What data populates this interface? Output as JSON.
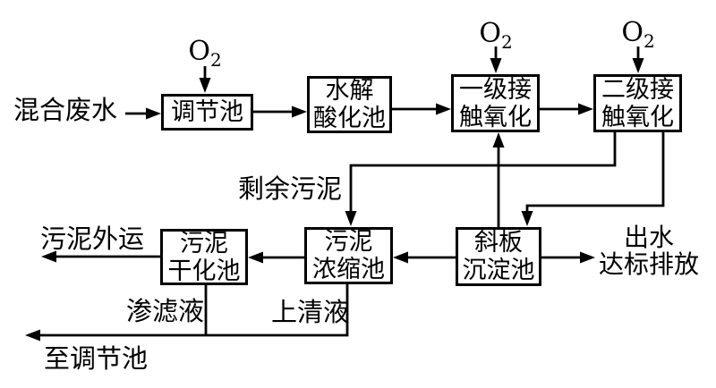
{
  "diagram": {
    "type": "flowchart",
    "boxes": {
      "regulation_tank": "调节池",
      "hydrolysis_acidification_tank": "水解\n酸化池",
      "stage1_contact_oxidation": "一级接\n触氧化",
      "stage2_contact_oxidation": "二级接\n触氧化",
      "sludge_drying_tank": "污泥\n干化池",
      "sludge_thickening_tank": "污泥\n浓缩池",
      "inclined_plate_sedimentation_tank": "斜板\n沉淀池"
    },
    "labels": {
      "influent": "混合废水",
      "o2_base": "O",
      "o2_sub": "2",
      "excess_sludge": "剩余污泥",
      "sludge_outbound": "污泥外运",
      "effluent_discharge": "出水\n达标排放",
      "leachate": "渗滤液",
      "supernatant": "上清液",
      "to_regulation_tank": "至调节池"
    },
    "colors": {
      "line": "#000000",
      "background": "#ffffff"
    }
  }
}
